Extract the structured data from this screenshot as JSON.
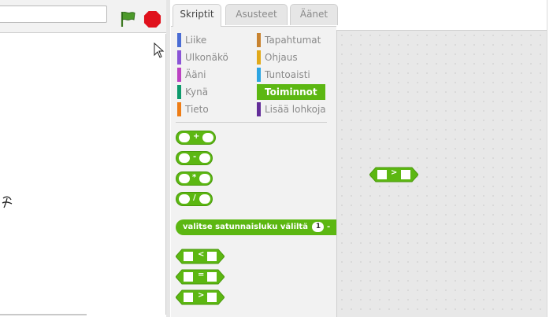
{
  "stage": {
    "project_title": "",
    "controls": {
      "green_flag": "green-flag-icon",
      "stop": "stop-sign-icon"
    }
  },
  "tabs": [
    {
      "label": "Skriptit",
      "active": true
    },
    {
      "label": "Asusteet",
      "active": false
    },
    {
      "label": "Äänet",
      "active": false
    }
  ],
  "palette": {
    "categories": [
      {
        "label": "Liike",
        "color": "#4a6cd4"
      },
      {
        "label": "Tapahtumat",
        "color": "#c88330"
      },
      {
        "label": "Ulkonäkö",
        "color": "#8a55d7"
      },
      {
        "label": "Ohjaus",
        "color": "#e1a91a"
      },
      {
        "label": "Ääni",
        "color": "#bb42c3"
      },
      {
        "label": "Tuntoaisti",
        "color": "#2ca5e2"
      },
      {
        "label": "Kynä",
        "color": "#0e9a6c"
      },
      {
        "label": "Toiminnot",
        "color": "#5cb712",
        "selected": true
      },
      {
        "label": "Tieto",
        "color": "#ee7d16"
      },
      {
        "label": "Lisää lohkoja",
        "color": "#632d99"
      }
    ],
    "blocks": {
      "plus": "+",
      "minus": "-",
      "times": "*",
      "divide": "/",
      "random_label": "valitse satunnaisluku väliltä",
      "random_from": "1",
      "random_tail": "-",
      "less": "<",
      "equals": "=",
      "greater": ">"
    }
  },
  "scripts_area": {
    "block_operator": ">"
  }
}
